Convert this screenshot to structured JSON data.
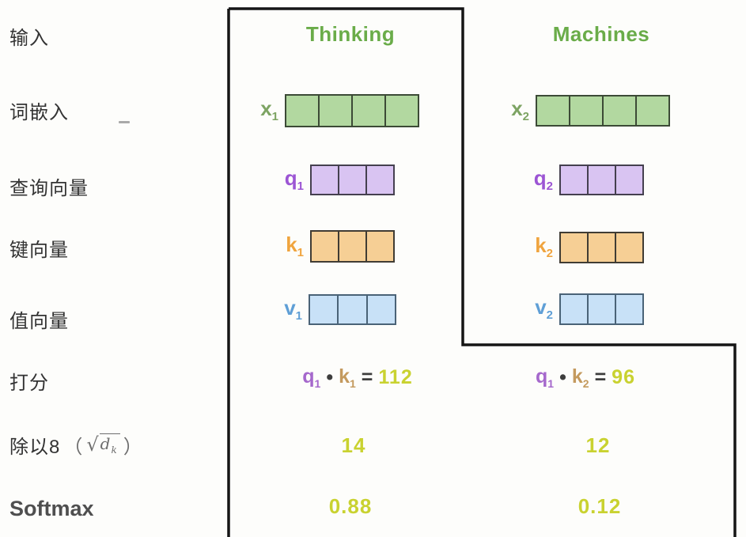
{
  "colors": {
    "border": "#151515",
    "title_green": "#6aac49",
    "x_label": "#7da463",
    "green_fill": "#b2d8a0",
    "green_border": "#3c4a36",
    "q_label": "#9c55d4",
    "purple_fill": "#d9c4f2",
    "purple_border": "#45404f",
    "k_label": "#f0a43e",
    "orange_fill": "#f6cf95",
    "orange_border": "#403c34",
    "v_label": "#5f9fd6",
    "blue_fill": "#c8e1f7",
    "blue_border": "#4a6377",
    "score_q": "#a568cc",
    "score_k": "#c49a5e",
    "score_dark": "#3d3d3d",
    "value_yellow": "#c9d230",
    "label_dark": "#333333",
    "softmax_gray": "#4f4f4f",
    "math_gray": "#6e6e6e",
    "bg": "#fdfdfb"
  },
  "left_labels": {
    "input": "输入",
    "embedding": "词嵌入",
    "query": "查询向量",
    "key": "键向量",
    "value": "值向量",
    "score": "打分",
    "divide_prefix": "除以8",
    "divide_open_paren": "（",
    "divide_sqrt_symbol": "√",
    "divide_sqrt_base": "d",
    "divide_sqrt_sub": "k",
    "divide_close_paren": "）",
    "softmax": "Softmax"
  },
  "columns": [
    {
      "title": "Thinking",
      "vectors": {
        "x": {
          "name": "x",
          "sub": "1",
          "cells": 4
        },
        "q": {
          "name": "q",
          "sub": "1",
          "cells": 3
        },
        "k": {
          "name": "k",
          "sub": "1",
          "cells": 3
        },
        "v": {
          "name": "v",
          "sub": "1",
          "cells": 3
        }
      },
      "score": {
        "left": "q",
        "left_sub": "1",
        "dot": "•",
        "right": "k",
        "right_sub": "1",
        "equals": "=",
        "value": "112"
      },
      "divided_value": "14",
      "softmax_value": "0.88"
    },
    {
      "title": "Machines",
      "vectors": {
        "x": {
          "name": "x",
          "sub": "2",
          "cells": 4
        },
        "q": {
          "name": "q",
          "sub": "2",
          "cells": 3
        },
        "k": {
          "name": "k",
          "sub": "2",
          "cells": 3
        },
        "v": {
          "name": "v",
          "sub": "2",
          "cells": 3
        }
      },
      "score": {
        "left": "q",
        "left_sub": "1",
        "dot": "•",
        "right": "k",
        "right_sub": "2",
        "equals": "=",
        "value": "96"
      },
      "divided_value": "12",
      "softmax_value": "0.12"
    }
  ]
}
